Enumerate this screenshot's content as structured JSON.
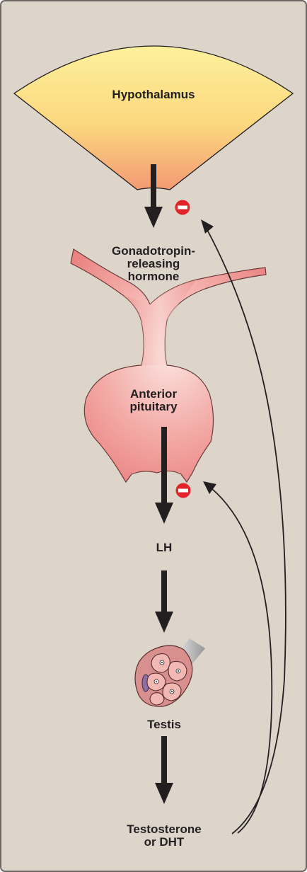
{
  "labels": {
    "hypothalamus": "Hypothalamus",
    "gnrh_line1": "Gonadotropin-",
    "gnrh_line2": "releasing",
    "gnrh_line3": "hormone",
    "pituitary_line1": "Anterior",
    "pituitary_line2": "pituitary",
    "lh": "LH",
    "testis": "Testis",
    "testosterone_line1": "Testosterone",
    "testosterone_line2": "or DHT"
  },
  "feedback": {
    "inhibition_symbol": "minus"
  },
  "colors": {
    "background": "#ddd5ca",
    "hypothalamus_top": "#fde98e",
    "hypothalamus_bottom": "#f4a678",
    "pituitary": "#f08e8e",
    "inhibition": "#e1242b",
    "arrow": "#231f20"
  }
}
